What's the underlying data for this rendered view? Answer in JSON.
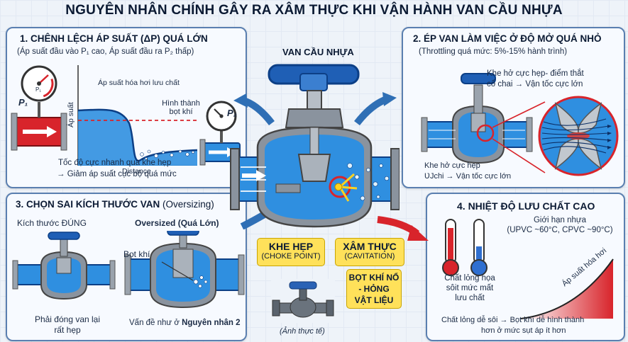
{
  "title": "NGUYÊN NHÂN CHÍNH GÂY RA XÂM THỰC KHI VẬN HÀNH VAN CẦU NHỰA",
  "center": {
    "valve_label": "VAN CẦU NHỰA",
    "choke_title": "KHE HẸP",
    "choke_sub": "(CHOKE POINT)",
    "cav_title": "XÂM THỰC",
    "cav_sub": "(CAVITATION)",
    "burst_line1": "BỌT KHÍ NỔ",
    "burst_line2": "- HỎNG",
    "burst_line3": "VẬT LIỆU",
    "photo_caption": "(Ảnh thực tế)"
  },
  "panel1": {
    "title": "1. CHÊNH LỆCH ÁP SUẤT (ΔP) QUÁ LỚN",
    "subtitle": "(Áp suất đầu vào P₁ cao, Áp suất đầu ra P₂ thấp)",
    "p1": "P₁",
    "p2": "P₂",
    "gauge_p1": "P₁",
    "vapor_label": "Áp suất hóa hơi lưu chất",
    "bubble_label_1": "Hình thành",
    "bubble_label_2": "bọt khí",
    "y_axis": "Áp suất",
    "x_axis": "Distance",
    "note_1": "Tốc độ cực nhanh qua khe hẹp",
    "note_2": "→ Giảm áp suất cục bộ quá mức"
  },
  "panel2": {
    "title": "2. ÉP VAN LÀM VIỆC Ở ĐỘ MỞ QUÁ NHỎ",
    "subtitle": "(Throttling quá mức: 5%-15% hành trình)",
    "note_top_1": "Khe hở cực hẹp- điểm thắt",
    "note_top_2": "cổ chai → Vận tốc cực lớn",
    "note_bot_1": "Khe hở cực hẹp",
    "note_bot_2": "ƲJchi → Vận tốc cực lớn"
  },
  "panel3": {
    "title": "3. CHỌN SAI KÍCH THƯỚC VAN",
    "title_suffix": "(Oversizing)",
    "correct_label": "Kích thước ĐÚNG",
    "over_label": "Oversized (Quá Lớn)",
    "bubble": "Bọt khí",
    "note_left_1": "Phải đóng van lại",
    "note_left_2": "rất hẹp",
    "note_right_prefix": "Vấn đề như ở ",
    "note_right_bold": "Nguyên nhân 2"
  },
  "panel4": {
    "title": "4. NHIỆT ĐỘ LƯU CHẤT CAO",
    "limit_1": "Giới hạn nhựa",
    "limit_2": "(UPVC ~60°C, CPVC ~90°C)",
    "curve_label": "Áp suất hóa hơi",
    "hot_1": "Chất lỏng họa",
    "hot_2": "sôit mức mất",
    "hot_3": "lưu chất",
    "note_1": "Chất lỏng dễ sôi → Bọt khí dễ hình thành",
    "note_2": "hơn ở mức sụt áp ít hơn"
  },
  "colors": {
    "panel_border": "#5a7fb0",
    "water": "#2f8fe0",
    "water_dark": "#1260b0",
    "handle": "#1f5fb5",
    "body_gray": "#8a939e",
    "highlight": "#ffe15a",
    "danger": "#d8242b"
  }
}
